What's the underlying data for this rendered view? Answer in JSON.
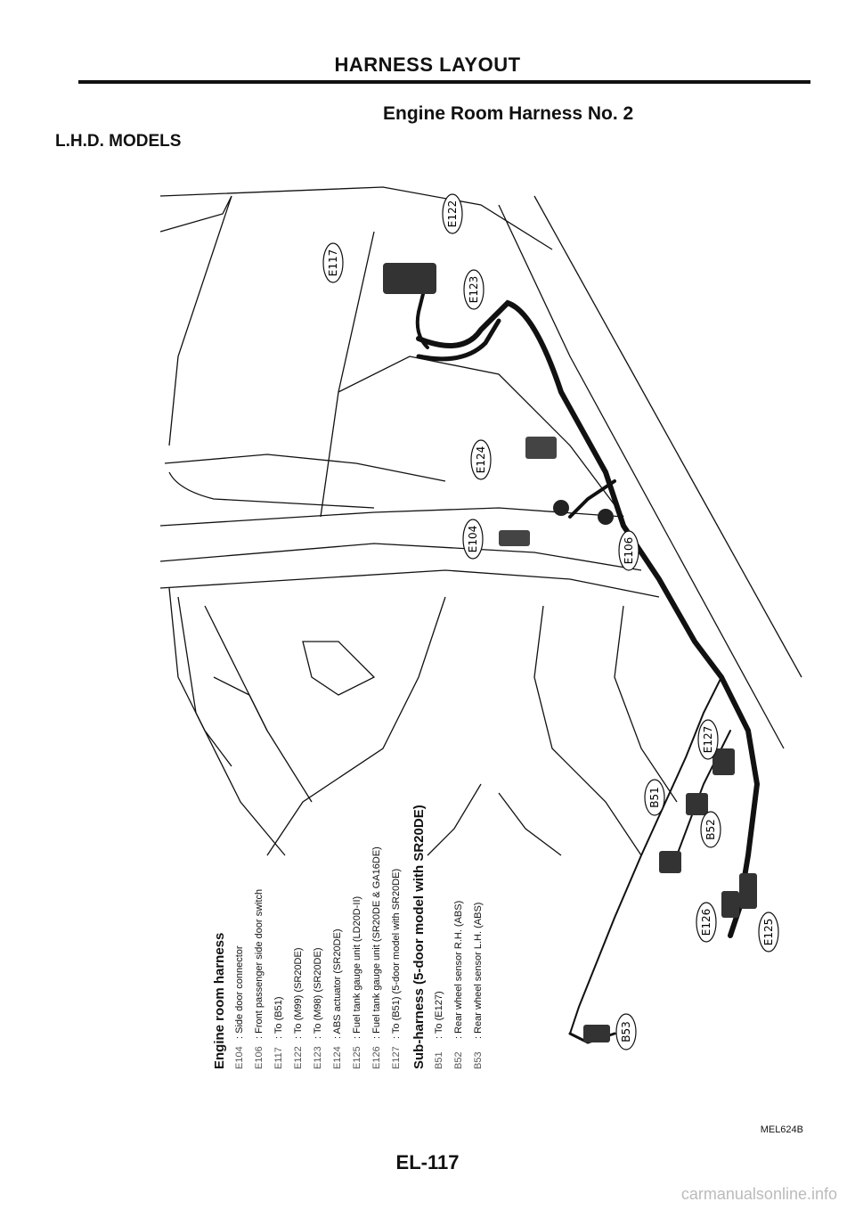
{
  "page": {
    "title": "HARNESS LAYOUT",
    "diagram_title": "Engine Room Harness No. 2",
    "model_label": "L.H.D. MODELS",
    "figure_id": "MEL624B",
    "page_number": "EL-117",
    "watermark": "carmanualsonline.info"
  },
  "connectors": [
    {
      "id": "E122"
    },
    {
      "id": "E117"
    },
    {
      "id": "E123"
    },
    {
      "id": "E124"
    },
    {
      "id": "E104"
    },
    {
      "id": "E106"
    },
    {
      "id": "E127"
    },
    {
      "id": "B51"
    },
    {
      "id": "B52"
    },
    {
      "id": "E126"
    },
    {
      "id": "E125"
    },
    {
      "id": "B53"
    }
  ],
  "legend_engine": {
    "title": "Engine room harness",
    "rows": [
      {
        "code": "E104",
        "text": ": Side door connector"
      },
      {
        "code": "E106",
        "text": ": Front passenger side door switch"
      },
      {
        "code": "E117",
        "text": ": To (B51)"
      },
      {
        "code": "E122",
        "text": ": To (M99) (SR20DE)"
      },
      {
        "code": "E123",
        "text": ": To (M98) (SR20DE)"
      },
      {
        "code": "E124",
        "text": ": ABS actuator (SR20DE)"
      },
      {
        "code": "E125",
        "text": ": Fuel tank gauge unit (LD20D-II)"
      },
      {
        "code": "E126",
        "text": ": Fuel tank gauge unit (SR20DE & GA16DE)"
      },
      {
        "code": "E127",
        "text": ": To (B51) (5-door model with SR20DE)"
      }
    ]
  },
  "legend_sub": {
    "title": "Sub-harness (5-door model with SR20DE)",
    "rows": [
      {
        "code": "B51",
        "text": ": To (E127)"
      },
      {
        "code": "B52",
        "text": ": Rear wheel sensor R.H. (ABS)"
      },
      {
        "code": "B53",
        "text": ": Rear wheel sensor L.H. (ABS)"
      }
    ]
  }
}
